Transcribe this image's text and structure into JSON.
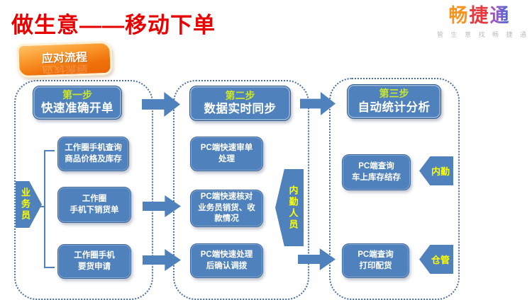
{
  "title": "做生意——移动下单",
  "logo": {
    "name": "畅捷通",
    "chars": [
      "畅",
      "捷",
      "通"
    ],
    "slogan": "管 生 意 找 畅 捷 通"
  },
  "ribbon": {
    "label": "应对流程"
  },
  "colors": {
    "title_red": "#e80000",
    "shape_blue": "#4f81bd",
    "shape_border_blue": "#2d5a8d",
    "step_number_yellow_green": "#cbe52a",
    "role_yellow": "#ffff00",
    "ribbon_orange": "#f0720b",
    "dotted_border_blue": "#4a6fa0"
  },
  "steps": [
    {
      "number": "第一步",
      "name": "快速准确开单",
      "role": "业务员",
      "boxes": [
        "工作圈手机查询\n商品价格及库存",
        "工作圈\n手机下销货单",
        "工作圈手机\n要货申请"
      ]
    },
    {
      "number": "第二步",
      "name": "数据实时同步",
      "role": "内勤人员",
      "boxes": [
        "PC端快速审单\n处理",
        "PC端快速核对\n业务员销货、收\n款情况",
        "PC端快速处理\n后确认调拨"
      ]
    },
    {
      "number": "第三步",
      "name": "自动统计分析",
      "roles": [
        "内勤",
        "仓管"
      ],
      "boxes": [
        "PC端查询\n车上库存结存",
        "PC端查询\n打印配货"
      ]
    }
  ]
}
